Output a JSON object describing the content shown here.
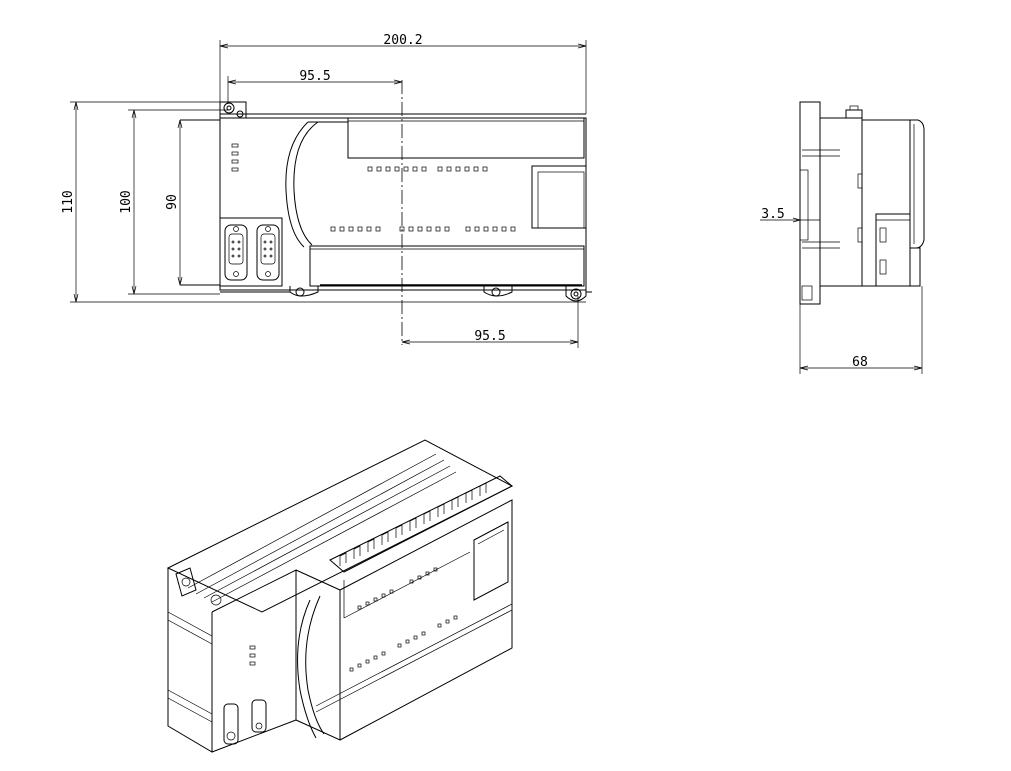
{
  "dimensions": {
    "overall_width": "200.2",
    "left_half_top": "95.5",
    "right_half_bottom": "95.5",
    "height_110": "110",
    "height_100": "100",
    "height_90": "90",
    "side_offset": "3.5",
    "depth": "68"
  },
  "colors": {
    "line": "#000000",
    "background": "#ffffff"
  }
}
